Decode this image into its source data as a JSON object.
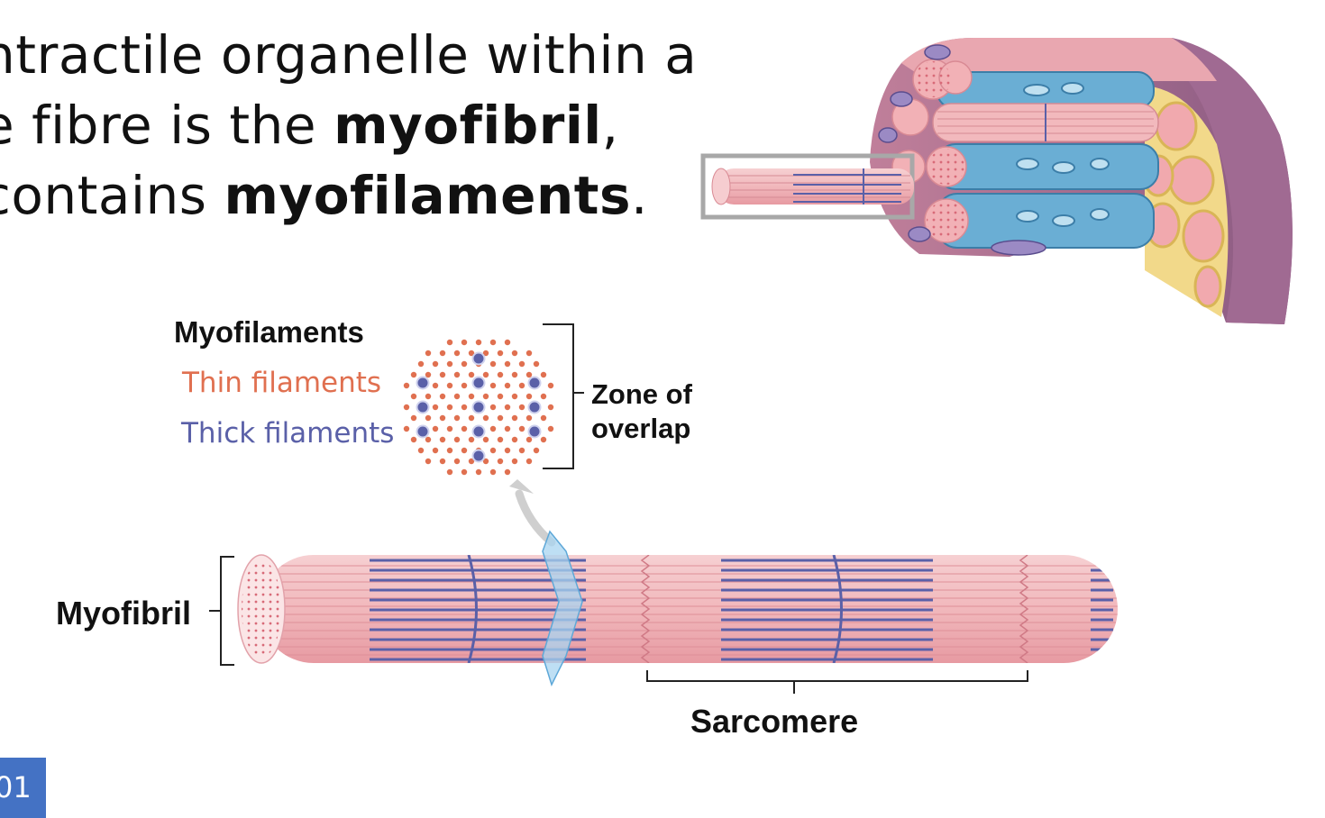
{
  "heading": {
    "line1": "ntractile organelle within a",
    "line2_pre": "e fibre is the ",
    "line2_bold": "myofibril",
    "line2_post": ",",
    "line3_pre": "contains ",
    "line3_bold": "myofilaments",
    "line3_post": "."
  },
  "labels": {
    "myofilaments": "Myofilaments",
    "thin_filaments": "Thin filaments",
    "thick_filaments": "Thick filaments",
    "zone_line1": "Zone of",
    "zone_line2": "overlap",
    "myofibril": "Myofibril",
    "sarcomere": "Sarcomere"
  },
  "colors": {
    "thin": "#e07050",
    "thick": "#5a60a8",
    "myofibril_pink": "#f0b4b8",
    "sr_blue": "#6aaed4",
    "page_badge": "#4472c4"
  },
  "page_number": "01"
}
